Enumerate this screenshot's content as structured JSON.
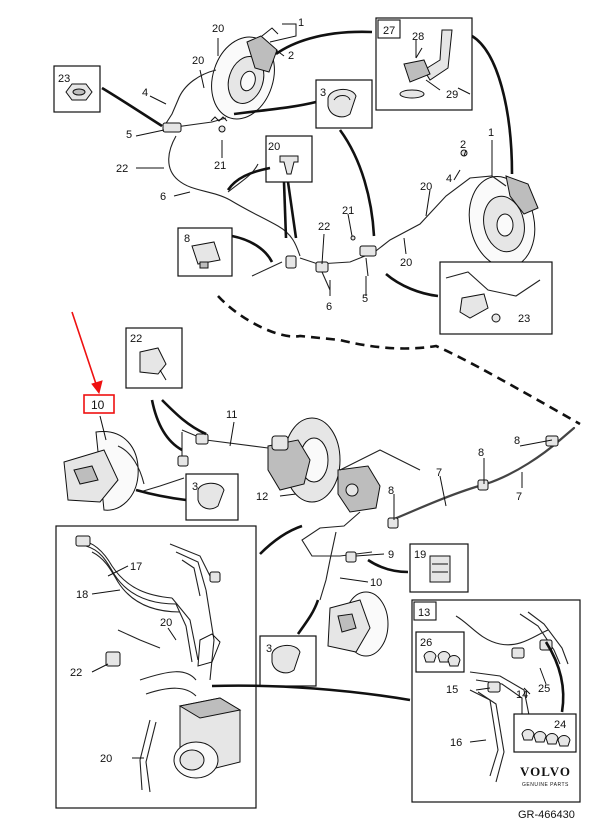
{
  "labels": {
    "l1a": "1",
    "l1b": "1",
    "l2a": "2",
    "l2b": "2",
    "l3a": "3",
    "l3b": "3",
    "l3c": "3",
    "l4a": "4",
    "l4b": "4",
    "l5a": "5",
    "l5b": "5",
    "l6a": "6",
    "l6b": "6",
    "l7": "7",
    "l7b": "7",
    "l8a": "8",
    "l8b": "8",
    "l8c": "8",
    "l8d": "8",
    "l9": "9",
    "l10a": "10",
    "l10b": "10",
    "l11": "11",
    "l12": "12",
    "l13": "13",
    "l14": "14",
    "l15": "15",
    "l16": "16",
    "l17": "17",
    "l18": "18",
    "l19": "19",
    "l20a": "20",
    "l20b": "20",
    "l20c": "20",
    "l20d": "20",
    "l20e": "20",
    "l20f": "20",
    "l20g": "20",
    "l21a": "21",
    "l21b": "21",
    "l22a": "22",
    "l22b": "22",
    "l22c": "22",
    "l22d": "22",
    "l23a": "23",
    "l23b": "23",
    "l24": "24",
    "l25": "25",
    "l26": "26",
    "l27": "27",
    "l28": "28",
    "l29": "29"
  },
  "brand": {
    "name": "VOLVO",
    "tagline": "GENUINE PARTS"
  },
  "drawing_number": "GR-466430",
  "colors": {
    "ink": "#111111",
    "highlight": "#e11111",
    "background": "#ffffff"
  }
}
